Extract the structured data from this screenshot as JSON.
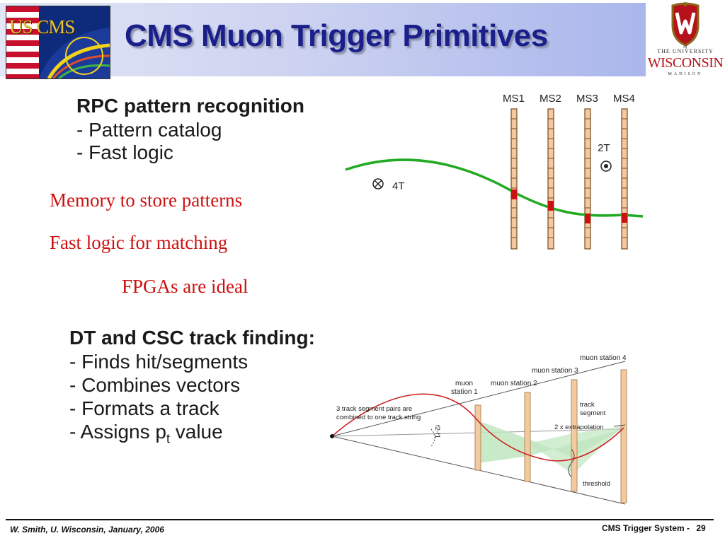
{
  "header": {
    "title": "CMS Muon Trigger Primitives",
    "logo_left_text": "US CMS",
    "logo_right": {
      "line1": "THE UNIVERSITY",
      "line2": "of",
      "line3": "WISCONSIN",
      "line4": "MADISON"
    }
  },
  "rpc": {
    "heading": "RPC pattern recognition",
    "items": [
      "- Pattern catalog",
      "- Fast logic"
    ],
    "notes": [
      "Memory to store patterns",
      "Fast logic for matching",
      "FPGAs are ideal"
    ],
    "figure": {
      "stations": [
        "MS1",
        "MS2",
        "MS3",
        "MS4"
      ],
      "field_labels": [
        "4T",
        "2T"
      ]
    }
  },
  "dt": {
    "heading": "DT and CSC track finding:",
    "items": [
      "- Finds hit/segments",
      "- Combines vectors",
      "- Formats a track"
    ],
    "assign_pre": "- Assigns p",
    "assign_sub": "t",
    "assign_post": " value",
    "figure": {
      "labels": {
        "station1_line1": "muon",
        "station1_line2": "station 1",
        "station2": "muon station 2",
        "station3": "muon station 3",
        "station4": "muon station 4",
        "pairs_line1": "3 track segment pairs are",
        "pairs_line2": "combined to one track string",
        "phi": "f2-f1",
        "segment_line1": "track",
        "segment_line2": "segment",
        "extrapolation": "2 x extrapolation",
        "threshold": "threshold"
      }
    }
  },
  "footer": {
    "left": "W. Smith, U. Wisconsin, January, 2006",
    "right_label": "CMS Trigger System -",
    "page": "29"
  },
  "colors": {
    "title": "#1a1f8c",
    "notes": "#cc1111",
    "track": "#22aa22",
    "chamber": "#f2c9a0",
    "hit": "#cc1111",
    "uw_red": "#b5121b"
  }
}
